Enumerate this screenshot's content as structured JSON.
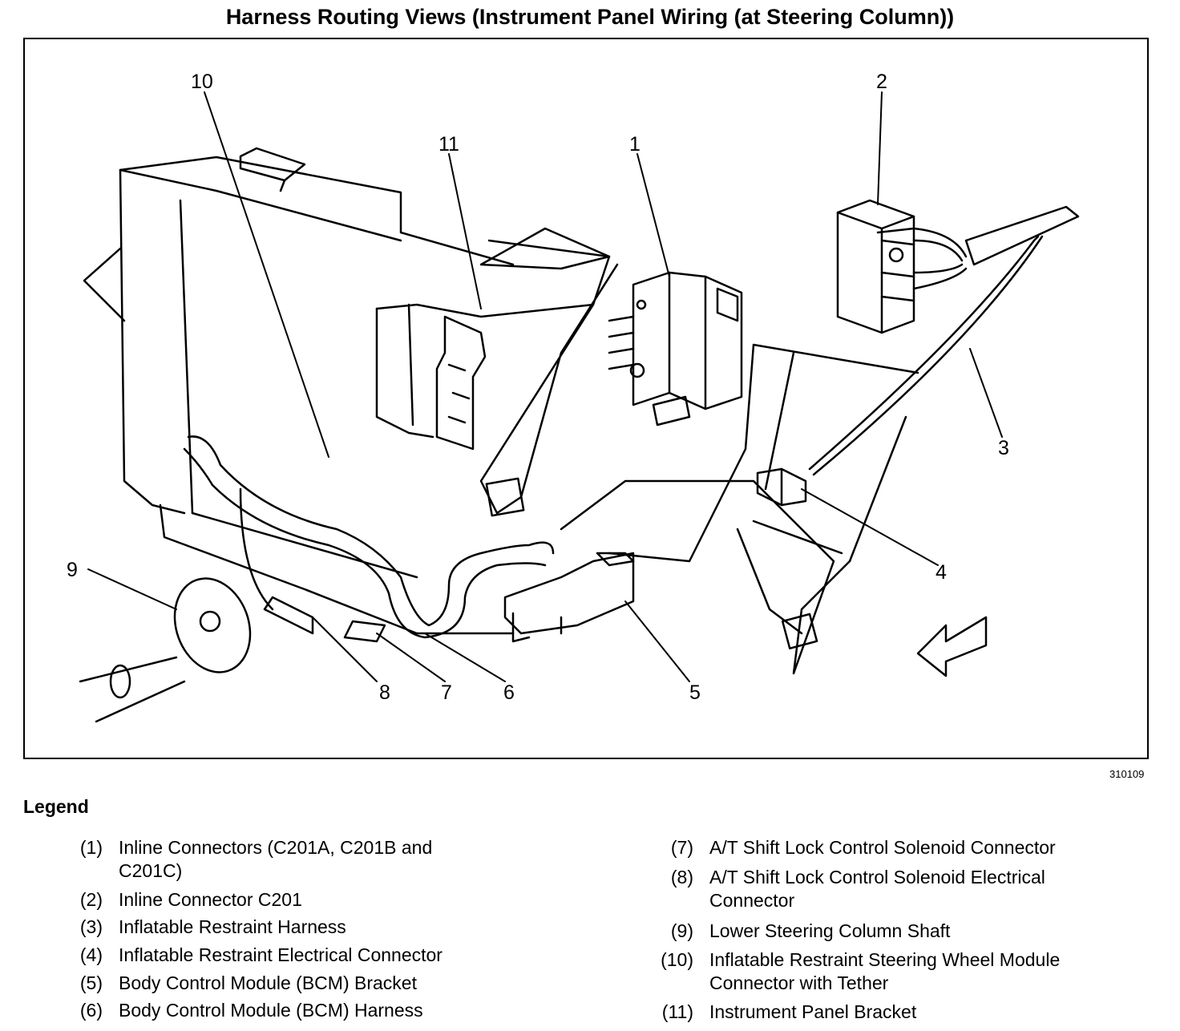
{
  "title": "Harness Routing Views (Instrument Panel Wiring (at Steering Column))",
  "figure_number": "310109",
  "callouts": [
    "1",
    "2",
    "3",
    "4",
    "5",
    "6",
    "7",
    "8",
    "9",
    "10",
    "11"
  ],
  "legend": {
    "heading": "Legend",
    "left": [
      {
        "num": "(1)",
        "line1": "Inline Connectors (C201A, C201B and",
        "line2": "C201C)"
      },
      {
        "num": "(2)",
        "line1": "Inline Connector C201",
        "line2": ""
      },
      {
        "num": "(3)",
        "line1": "Inflatable Restraint Harness",
        "line2": ""
      },
      {
        "num": "(4)",
        "line1": "Inflatable Restraint Electrical Connector",
        "line2": ""
      },
      {
        "num": "(5)",
        "line1": "Body Control Module (BCM) Bracket",
        "line2": ""
      },
      {
        "num": "(6)",
        "line1": "Body Control Module (BCM) Harness",
        "line2": ""
      }
    ],
    "right": [
      {
        "num": "(7)",
        "line1": "A/T Shift Lock Control Solenoid Connector",
        "line2": ""
      },
      {
        "num": "(8)",
        "line1": "A/T Shift Lock Control Solenoid Electrical",
        "line2": "Connector"
      },
      {
        "num": "(9)",
        "line1": "Lower Steering Column Shaft",
        "line2": ""
      },
      {
        "num": "(10)",
        "line1": "Inflatable Restraint Steering Wheel Module",
        "line2": "Connector with Tether"
      },
      {
        "num": "(11)",
        "line1": "Instrument Panel Bracket",
        "line2": ""
      }
    ]
  }
}
